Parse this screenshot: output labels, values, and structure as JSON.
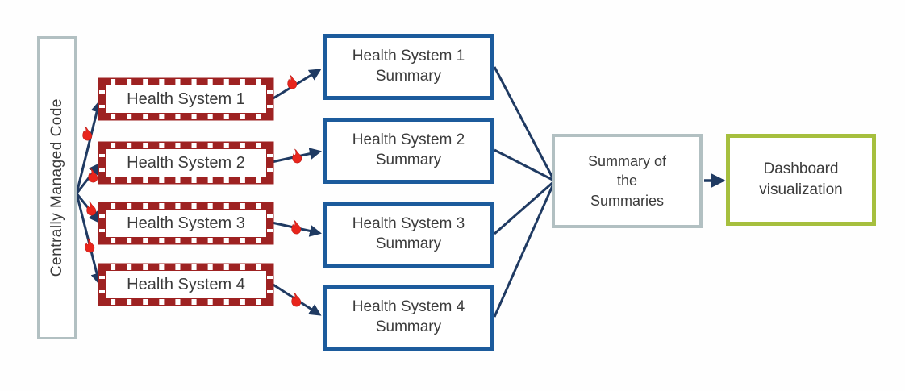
{
  "diagram": {
    "source_box": {
      "label": "Centrally Managed Code"
    },
    "health_system_boxes": [
      {
        "label": "Health System 1"
      },
      {
        "label": "Health System 2"
      },
      {
        "label": "Health System 3"
      },
      {
        "label": "Health System 4"
      }
    ],
    "summary_boxes": [
      {
        "line1": "Health System 1",
        "line2": "Summary"
      },
      {
        "line1": "Health System 2",
        "line2": "Summary"
      },
      {
        "line1": "Health System 3",
        "line2": "Summary"
      },
      {
        "line1": "Health System 4",
        "line2": "Summary"
      }
    ],
    "aggregate_box": {
      "line1": "Summary of",
      "line2": "the",
      "line3": "Summaries"
    },
    "dashboard_box": {
      "line1": "Dashboard",
      "line2": "visualization"
    },
    "icons": {
      "flame": "flame-icon (firewall crossing marker on connectors)"
    },
    "colors": {
      "connector": "#1f3a62",
      "summary_border": "#1c5b9c",
      "system_border": "#9e2222",
      "flame_red": "#e8251c",
      "neutral_border": "#b2c0c2",
      "dashboard_border": "#a6bf3e",
      "text": "#3b3b3b"
    }
  }
}
